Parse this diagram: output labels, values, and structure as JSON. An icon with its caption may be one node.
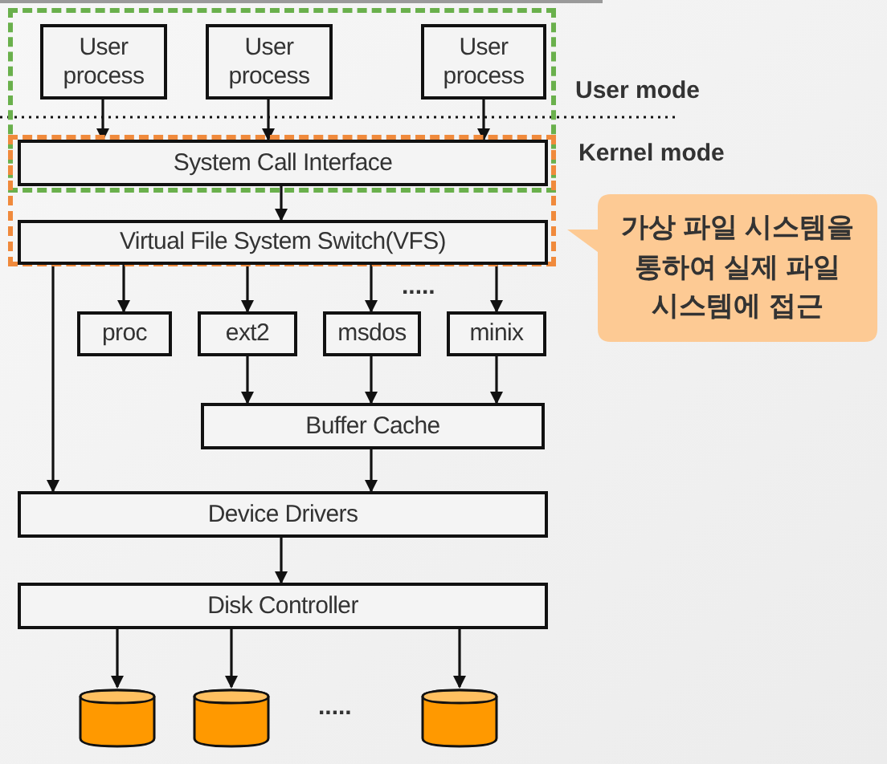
{
  "diagram": {
    "nodes": [
      {
        "text": [],
        "shape": "box"
      },
      {
        "text": [
          "User process"
        ],
        "in": 0
      },
      {
        "text": [
          "User process"
        ],
        "in": 0
      },
      {
        "text": [
          "User process"
        ],
        "in": 0
      },
      {
        "text": [],
        "shape": "box"
      },
      {
        "text": [
          "System Call Interface"
        ]
      },
      {
        "text": [
          "Virtual File System Switch(VFS)"
        ],
        "in": 4
      },
      {
        "text": [
          "proc"
        ]
      },
      {
        "text": [
          "ext2"
        ]
      },
      {
        "text": [
          "msdos"
        ]
      },
      {
        "text": [
          "minix"
        ]
      },
      {
        "text": [
          "Buffer Cache"
        ]
      },
      {
        "text": [
          "Device Drivers"
        ]
      },
      {
        "text": [
          "Disk Controller"
        ]
      },
      {
        "text": [],
        "shape": "cylinder"
      },
      {
        "text": [],
        "shape": "cylinder"
      },
      {
        "text": [],
        "shape": "cylinder"
      },
      {
        "text": [
          "가상 파일 시스템을 통하여 실제 파일 시스템에 접근"
        ]
      }
    ],
    "edges": [
      {
        "from": 1,
        "to": 5,
        "arrow": "to"
      },
      {
        "from": 2,
        "to": 5,
        "arrow": "to"
      },
      {
        "from": 3,
        "to": 5,
        "arrow": "to"
      },
      {
        "from": 5,
        "to": 6,
        "arrow": "to"
      },
      {
        "from": 6,
        "to": 7,
        "arrow": "to"
      },
      {
        "from": 6,
        "to": 8,
        "arrow": "to"
      },
      {
        "from": 6,
        "to": 9,
        "arrow": "to"
      },
      {
        "from": 6,
        "to": 10,
        "arrow": "to"
      },
      {
        "from": 6,
        "to": 12,
        "arrow": "to"
      },
      {
        "from": 8,
        "to": 11,
        "arrow": "to"
      },
      {
        "from": 9,
        "to": 11,
        "arrow": "to"
      },
      {
        "from": 10,
        "to": 11,
        "arrow": "to"
      },
      {
        "from": 11,
        "to": 12,
        "arrow": "to"
      },
      {
        "from": 12,
        "to": 13,
        "arrow": "to"
      },
      {
        "from": 13,
        "to": 14,
        "arrow": "to"
      },
      {
        "from": 13,
        "to": 15,
        "arrow": "to"
      },
      {
        "from": 13,
        "to": 16,
        "arrow": "to"
      }
    ],
    "labels": [
      "User mode",
      "Kernel mode",
      ".....",
      "....."
    ]
  }
}
